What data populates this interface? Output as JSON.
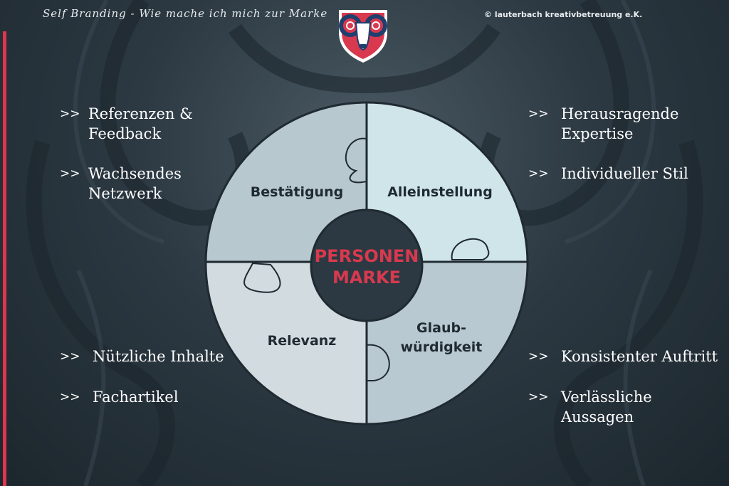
{
  "header": {
    "script_title": "Self Branding - Wie mache ich mich zur Marke",
    "copyright": "© lauterbach kreativbetreuung e.K."
  },
  "colors": {
    "accent": "#e0354e",
    "background": "#2c3942",
    "segment_top_left": "#b7c8cf",
    "segment_top_right": "#d0e5ea",
    "segment_bottom_left": "#d2dbdf",
    "segment_bottom_right": "#b9c9d1",
    "center": "#2c3942",
    "center_text": "#d8394f"
  },
  "diagram": {
    "center": {
      "line1": "PERSONEN",
      "line2": "MARKE"
    },
    "segments": {
      "top_left": "Bestätigung",
      "top_right": "Alleinstellung",
      "bottom_left": "Relevanz",
      "bottom_right_line1": "Glaub-",
      "bottom_right_line2": "würdigkeit"
    }
  },
  "bullets": {
    "marker": ">>",
    "top_left": [
      "Referenzen &\nFeedback",
      "Wachsendes\nNetzwerk"
    ],
    "top_right": [
      "Herausragende\nExpertise",
      "Individueller Stil"
    ],
    "bottom_left": [
      "Nützliche Inhalte",
      "Fachartikel"
    ],
    "bottom_right": [
      "Konsistenter Auftritt",
      "Verlässliche Aussagen"
    ]
  },
  "logo": {
    "icon": "ram-head-shield-icon"
  }
}
